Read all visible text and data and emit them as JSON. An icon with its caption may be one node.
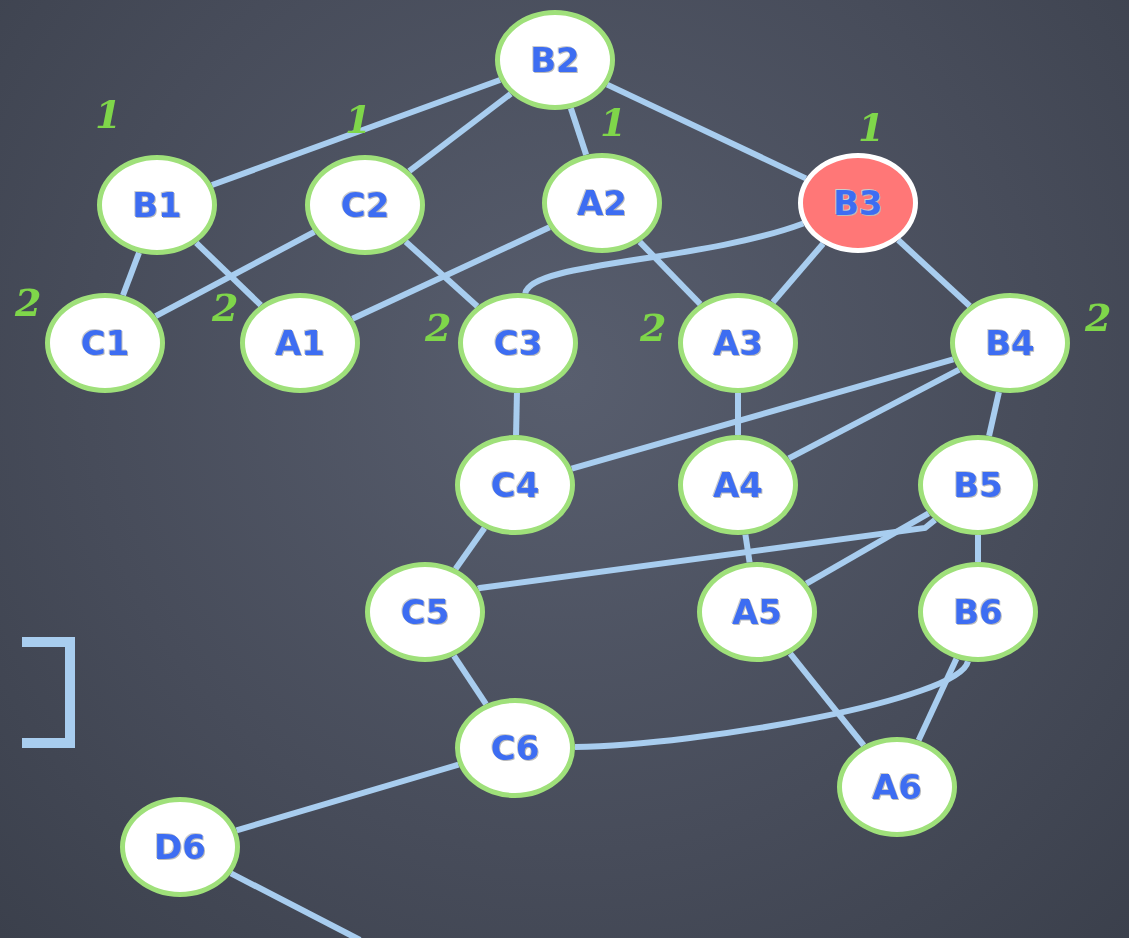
{
  "diagram": {
    "nodes": [
      {
        "text": [
          "B2"
        ]
      },
      {
        "text": [
          "B1"
        ],
        "beside": [
          "1"
        ]
      },
      {
        "text": [
          "C2"
        ],
        "beside": [
          "1"
        ]
      },
      {
        "text": [
          "A2"
        ],
        "beside": [
          "1"
        ]
      },
      {
        "text": [
          "B3"
        ],
        "beside": [
          "1"
        ]
      },
      {
        "text": [
          "C1"
        ],
        "beside": [
          "2"
        ]
      },
      {
        "text": [
          "A1"
        ],
        "beside": [
          "2"
        ]
      },
      {
        "text": [
          "C3"
        ],
        "beside": [
          "2"
        ]
      },
      {
        "text": [
          "A3"
        ],
        "beside": [
          "2"
        ]
      },
      {
        "text": [
          "B4"
        ],
        "beside": [
          "2"
        ]
      },
      {
        "text": [
          "C4"
        ]
      },
      {
        "text": [
          "A4"
        ]
      },
      {
        "text": [
          "B5"
        ]
      },
      {
        "text": [
          "C5"
        ]
      },
      {
        "text": [
          "A5"
        ]
      },
      {
        "text": [
          "B6"
        ]
      },
      {
        "text": [
          "C6"
        ]
      },
      {
        "text": [
          "A6"
        ]
      },
      {
        "text": [
          "D6"
        ]
      }
    ],
    "edges": [
      {
        "from": 0,
        "to": 1,
        "arrow": "none"
      },
      {
        "from": 0,
        "to": 2,
        "arrow": "none"
      },
      {
        "from": 0,
        "to": 3,
        "arrow": "none"
      },
      {
        "from": 0,
        "to": 4,
        "arrow": "none"
      },
      {
        "from": 1,
        "to": 5,
        "arrow": "none"
      },
      {
        "from": 1,
        "to": 6,
        "arrow": "none"
      },
      {
        "from": 2,
        "to": 5,
        "arrow": "none"
      },
      {
        "from": 2,
        "to": 7,
        "arrow": "none"
      },
      {
        "from": 3,
        "to": 6,
        "arrow": "none"
      },
      {
        "from": 3,
        "to": 8,
        "arrow": "none"
      },
      {
        "from": 4,
        "to": 7,
        "arrow": "none"
      },
      {
        "from": 4,
        "to": 8,
        "arrow": "none"
      },
      {
        "from": 4,
        "to": 9,
        "arrow": "none"
      },
      {
        "from": 7,
        "to": 10,
        "arrow": "none"
      },
      {
        "from": 8,
        "to": 11,
        "arrow": "none"
      },
      {
        "from": 9,
        "to": 10,
        "arrow": "none"
      },
      {
        "from": 9,
        "to": 11,
        "arrow": "none"
      },
      {
        "from": 9,
        "to": 12,
        "arrow": "none"
      },
      {
        "from": 10,
        "to": 13,
        "arrow": "none"
      },
      {
        "from": 12,
        "to": 13,
        "arrow": "none"
      },
      {
        "from": 11,
        "to": 14,
        "arrow": "none"
      },
      {
        "from": 12,
        "to": 14,
        "arrow": "none"
      },
      {
        "from": 12,
        "to": 15,
        "arrow": "none"
      },
      {
        "from": 13,
        "to": 16,
        "arrow": "none"
      },
      {
        "from": 14,
        "to": 17,
        "arrow": "none"
      },
      {
        "from": 15,
        "to": 16,
        "arrow": "none"
      },
      {
        "from": 15,
        "to": 17,
        "arrow": "none"
      },
      {
        "from": 16,
        "to": 18,
        "arrow": "none"
      },
      {
        "from": 18,
        "to": null,
        "arrow": "none"
      }
    ]
  }
}
